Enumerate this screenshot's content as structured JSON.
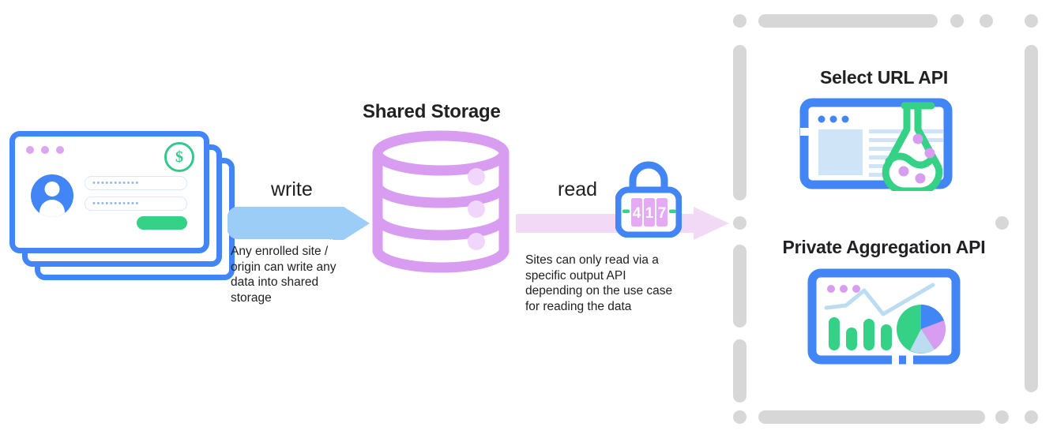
{
  "diagram": {
    "title": "Shared Storage write and read flow",
    "colors": {
      "blue": "#4285f4",
      "green": "#34d186",
      "purple": "#dba6ef",
      "storage_purple": "#d89cf0",
      "write_arrow": "#9ccdf7",
      "read_arrow": "#f2daf7",
      "dash_grey": "#d7d7d7",
      "text": "#202124",
      "light_blue_fill": "#cfe4f7"
    }
  },
  "source": {
    "name": "browser-window-stack",
    "window_count": 3,
    "dots": 3,
    "badge_icon": "dollar-icon",
    "badge_symbol": "$",
    "avatar_icon": "user-avatar-icon",
    "fields": [
      {
        "name": "username-field",
        "value": "•••••••••••"
      },
      {
        "name": "password-field",
        "value": "•••••••••••"
      }
    ],
    "submit_label": ""
  },
  "write_flow": {
    "arrow_label": "write",
    "description": "Any enrolled site /\norigin can write any\ndata into shared\nstorage"
  },
  "storage": {
    "title": "Shared Storage",
    "icon": "database-cylinder-icon",
    "tiers": 3
  },
  "read_flow": {
    "arrow_label": "read",
    "description": "Sites can only read via a\nspecific output API\ndepending on the use case\nfor reading the data",
    "lock": {
      "icon": "combination-lock-icon",
      "digits": [
        "4",
        "1",
        "7"
      ],
      "digits_text": "417"
    }
  },
  "output_panel": {
    "border_style": "dashed",
    "cards": [
      {
        "title": "Select URL API",
        "icon": "browser-with-flask-icon",
        "icon_parts": [
          "browser-window",
          "flask",
          "bubbles"
        ]
      },
      {
        "title": "Private Aggregation API",
        "icon": "analytics-dashboard-icon",
        "icon_parts": [
          "line-chart",
          "bar-chart",
          "pie-chart"
        ]
      }
    ]
  },
  "chart_icon_data": {
    "type": "bar",
    "bars": [
      78,
      52,
      74,
      58
    ],
    "line": [
      38,
      40,
      70,
      30,
      78
    ],
    "pie_slices": [
      {
        "label": "green",
        "value": 55,
        "color": "#34d186"
      },
      {
        "label": "blue",
        "value": 16,
        "color": "#4285f4"
      },
      {
        "label": "purple",
        "value": 16,
        "color": "#d89cf0"
      },
      {
        "label": "light-blue",
        "value": 13,
        "color": "#bcdcf2"
      }
    ]
  }
}
